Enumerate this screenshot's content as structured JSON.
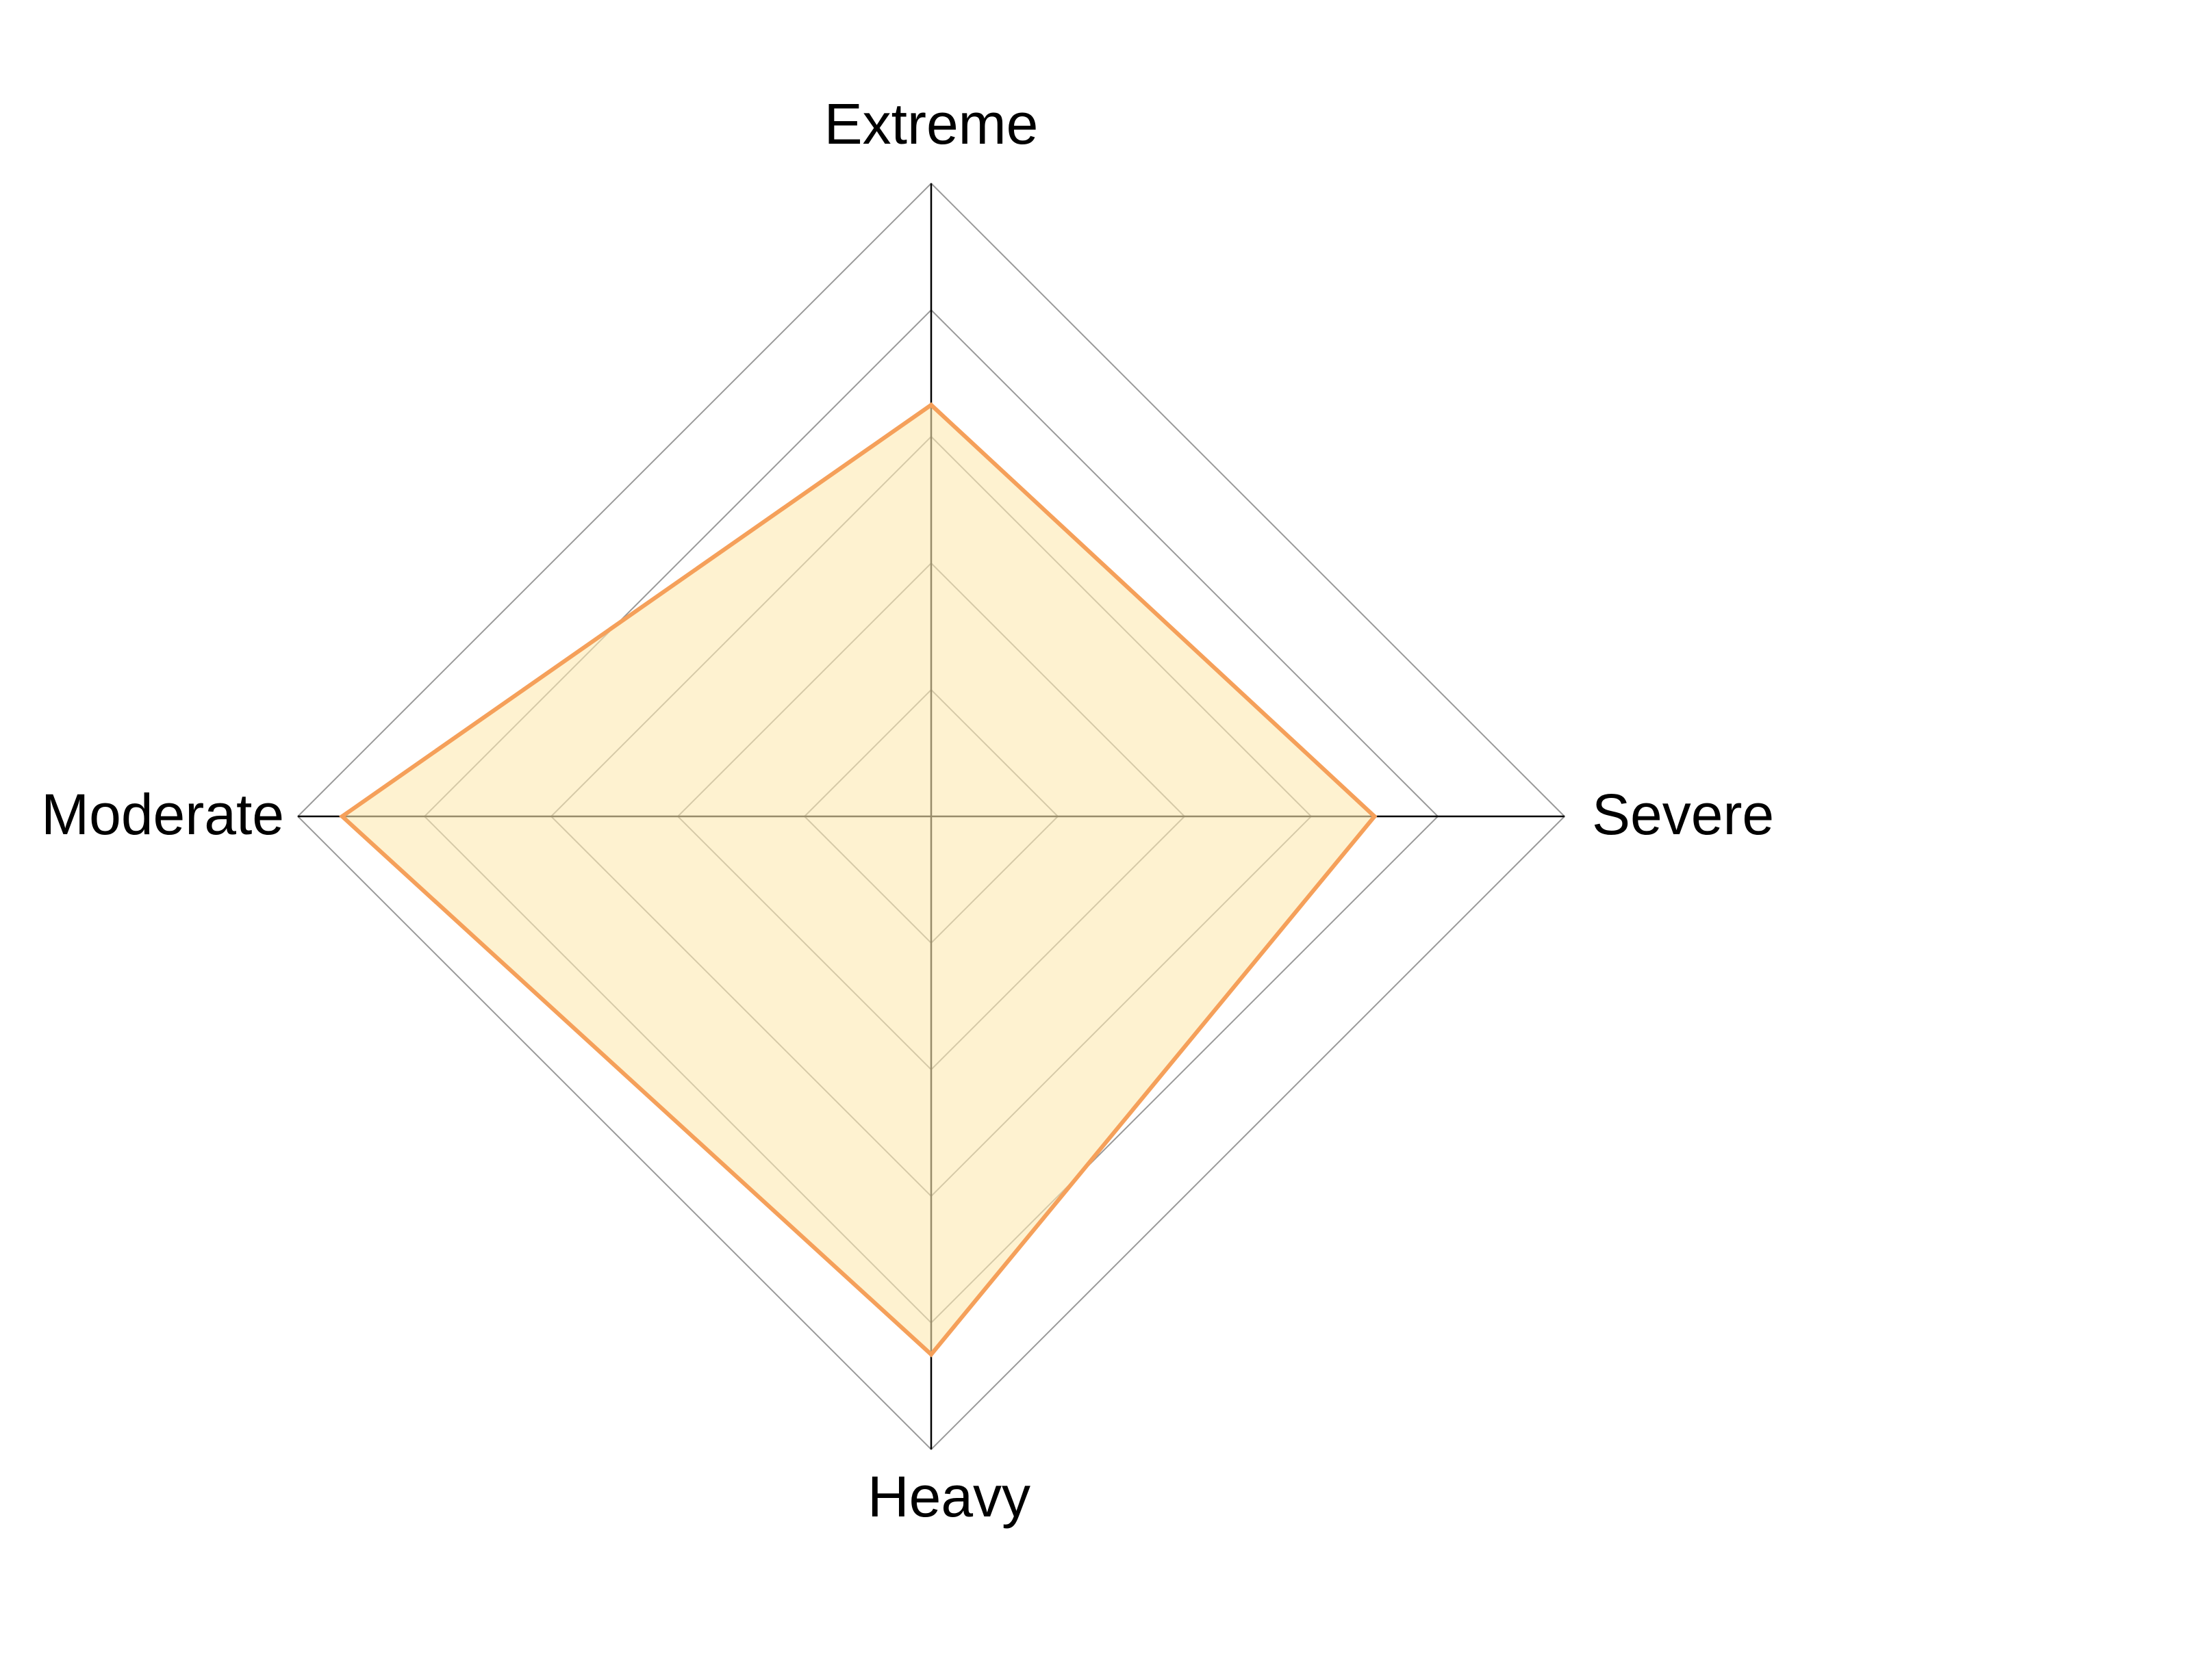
{
  "chart_data": {
    "type": "radar",
    "axes": [
      "Extreme",
      "Severe",
      "Heavy",
      "Moderate"
    ],
    "values": [
      0.65,
      0.7,
      0.85,
      0.93
    ],
    "range": [
      0,
      1
    ],
    "grid_levels": 5,
    "colors": {
      "fill": "#fdeab0",
      "stroke": "#f5a05a",
      "grid": "#999999",
      "axis": "#000000"
    }
  }
}
